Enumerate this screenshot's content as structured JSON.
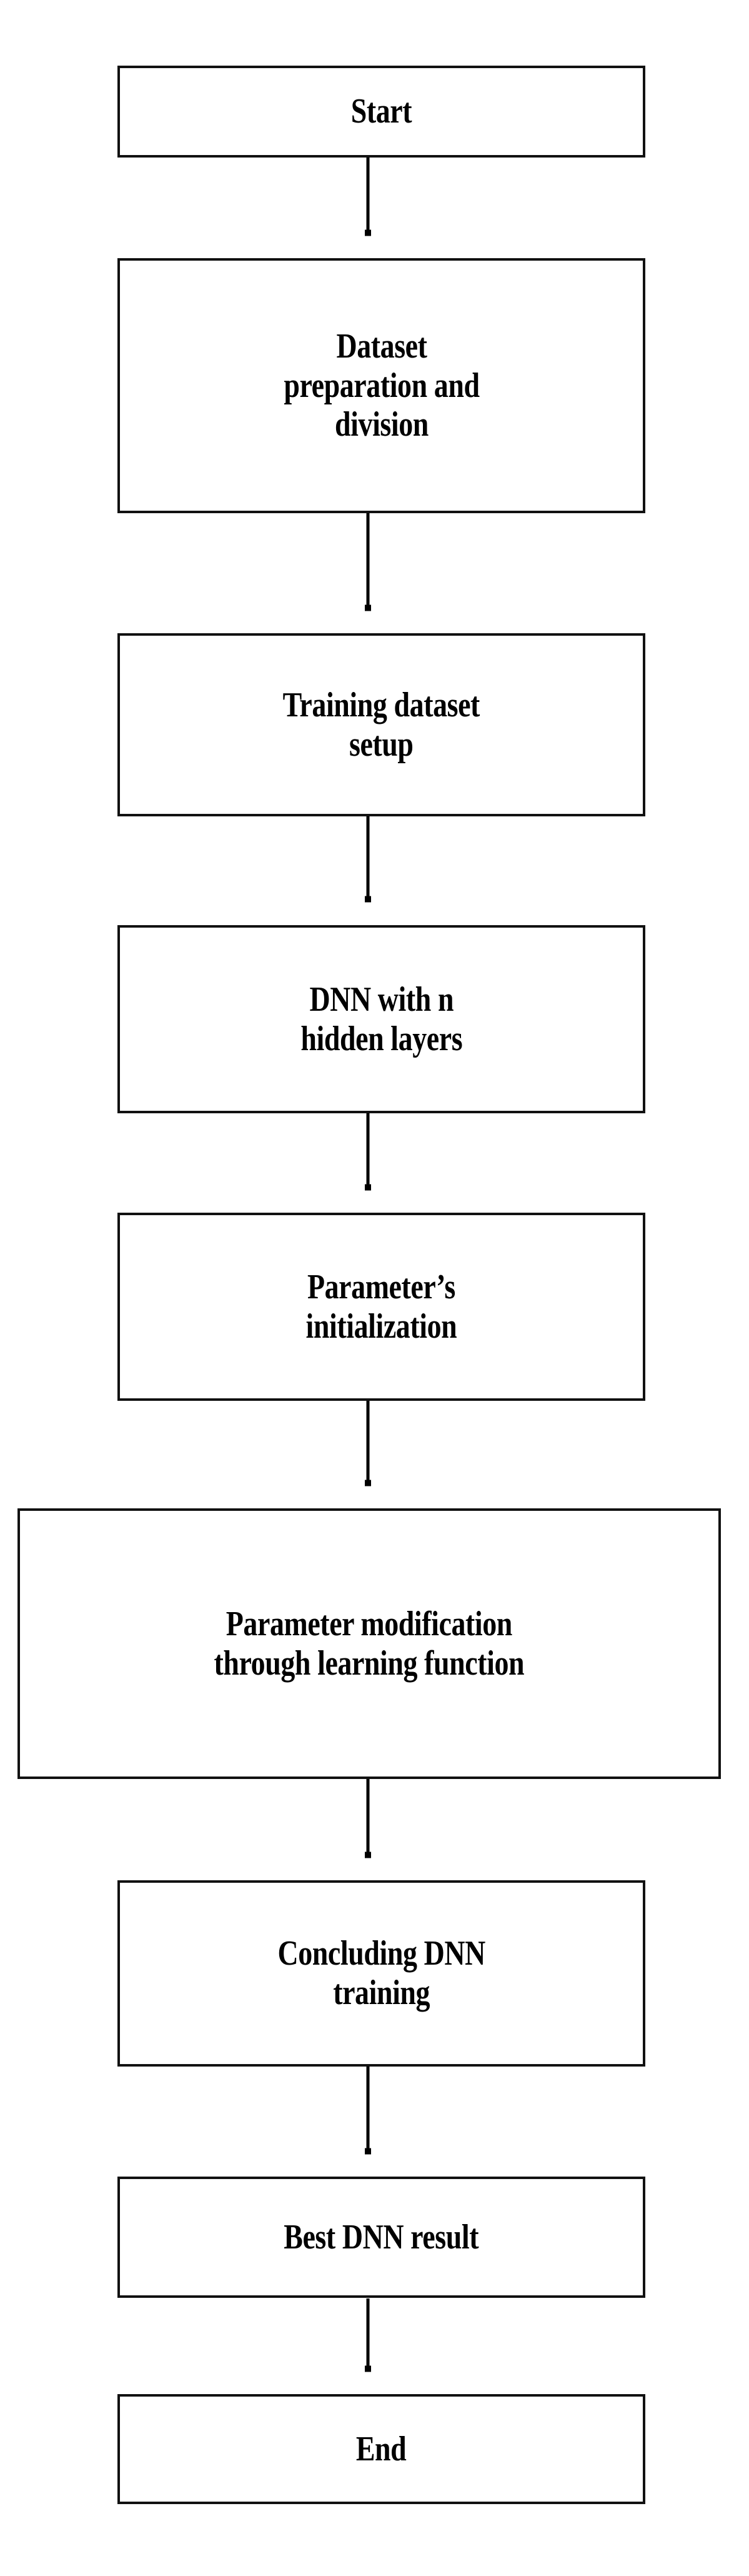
{
  "diagram": {
    "title": "DNN training process flowchart",
    "orientation": "top-to-bottom",
    "background_color": "#ffffff",
    "stroke_color": "#111111",
    "text_color": "#000000",
    "nodes": [
      {
        "id": "start",
        "label": "Start",
        "shape": "rectangle",
        "width_class": "standard"
      },
      {
        "id": "dataset",
        "label": "Dataset\npreparation and\ndivision",
        "shape": "rectangle",
        "width_class": "standard"
      },
      {
        "id": "training",
        "label": "Training dataset\nsetup",
        "shape": "rectangle",
        "width_class": "standard"
      },
      {
        "id": "dnn",
        "label": "DNN with n\nhidden layers",
        "shape": "rectangle",
        "width_class": "standard"
      },
      {
        "id": "paraminit",
        "label": "Parameter’s\ninitialization",
        "shape": "rectangle",
        "width_class": "standard"
      },
      {
        "id": "parammod",
        "label": "Parameter modification\nthrough learning function",
        "shape": "rectangle",
        "width_class": "wide"
      },
      {
        "id": "concluding",
        "label": "Concluding DNN\ntraining",
        "shape": "rectangle",
        "width_class": "standard"
      },
      {
        "id": "bestresult",
        "label": "Best DNN result",
        "shape": "rectangle",
        "width_class": "standard"
      },
      {
        "id": "end",
        "label": "End",
        "shape": "rectangle",
        "width_class": "standard"
      }
    ],
    "edges": [
      {
        "id": "edge-start-dataset",
        "from": "start",
        "to": "dataset",
        "style": "solid-arrow"
      },
      {
        "id": "edge-dataset-training",
        "from": "dataset",
        "to": "training",
        "style": "solid-arrow"
      },
      {
        "id": "edge-training-dnn",
        "from": "training",
        "to": "dnn",
        "style": "solid-arrow"
      },
      {
        "id": "edge-dnn-paraminit",
        "from": "dnn",
        "to": "paraminit",
        "style": "solid-arrow"
      },
      {
        "id": "edge-paraminit-parammod",
        "from": "paraminit",
        "to": "parammod",
        "style": "solid-arrow"
      },
      {
        "id": "edge-parammod-concluding",
        "from": "parammod",
        "to": "concluding",
        "style": "solid-arrow"
      },
      {
        "id": "edge-concluding-bestresult",
        "from": "concluding",
        "to": "bestresult",
        "style": "solid-arrow"
      },
      {
        "id": "edge-bestresult-end",
        "from": "bestresult",
        "to": "end",
        "style": "solid-arrow"
      }
    ]
  }
}
